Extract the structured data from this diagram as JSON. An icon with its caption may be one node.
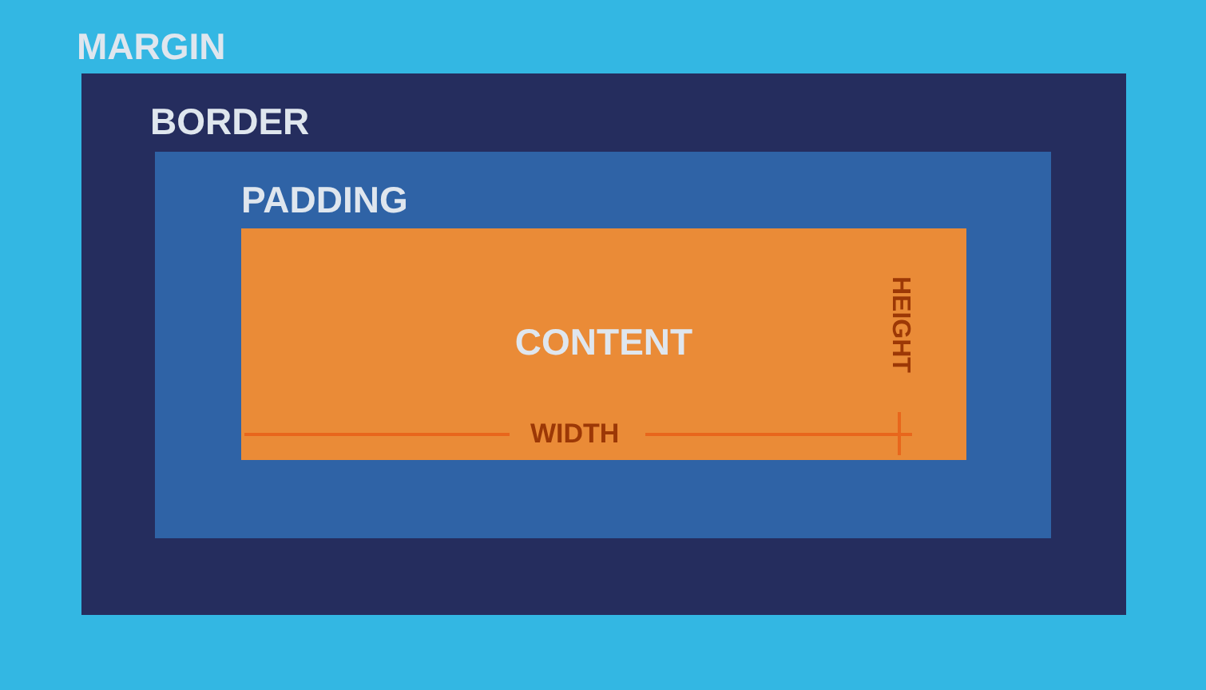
{
  "diagram": {
    "nodes": [
      {
        "text": [
          "MARGIN"
        ]
      },
      {
        "text": [
          "BORDER"
        ],
        "in": 0
      },
      {
        "text": [
          "PADDING"
        ],
        "in": 1
      },
      {
        "text": [
          "CONTENT"
        ],
        "in": 2
      }
    ],
    "labels": [
      "WIDTH",
      "HEIGHT"
    ]
  }
}
